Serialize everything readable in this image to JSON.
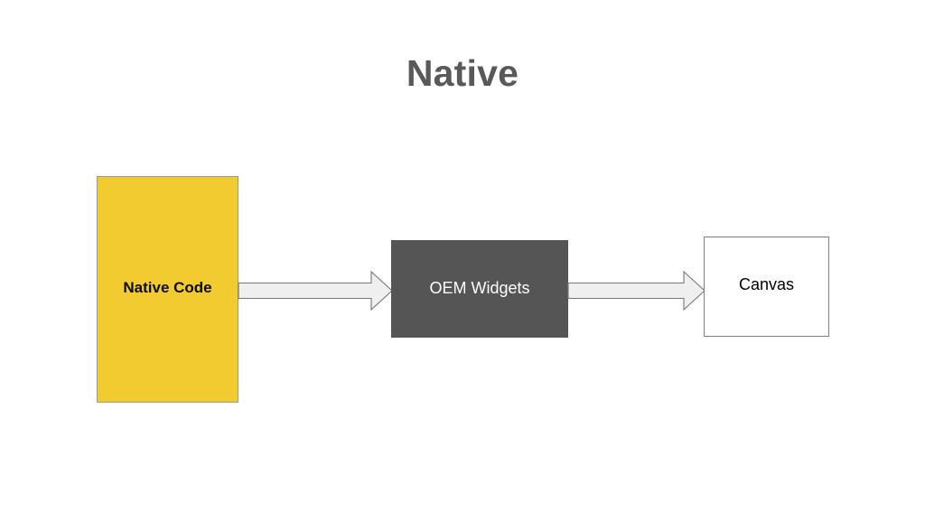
{
  "slide": {
    "title": "Native",
    "background_color": "#ffffff",
    "title_color": "#595959"
  },
  "diagram": {
    "type": "flow",
    "direction": "left-to-right",
    "nodes": [
      {
        "id": "native-code",
        "label": "Native Code",
        "fill_color": "#F2CB30",
        "text_color": "#0d0d0d",
        "border_color": "#9a9a8f",
        "shape": "rectangle"
      },
      {
        "id": "oem-widgets",
        "label": "OEM Widgets",
        "fill_color": "#555555",
        "text_color": "#ffffff",
        "border_color": "#555555",
        "shape": "rectangle"
      },
      {
        "id": "canvas",
        "label": "Canvas",
        "fill_color": "#ffffff",
        "text_color": "#000000",
        "border_color": "#808080",
        "shape": "rectangle"
      }
    ],
    "connectors": [
      {
        "id": "native-to-oem",
        "from": "native-code",
        "to": "oem-widgets",
        "style": "block-arrow",
        "fill_color": "#EFEFEF",
        "border_color": "#767676",
        "label": ""
      },
      {
        "id": "oem-to-canvas",
        "from": "oem-widgets",
        "to": "canvas",
        "style": "block-arrow",
        "fill_color": "#EFEFEF",
        "border_color": "#767676",
        "label": ""
      }
    ]
  }
}
